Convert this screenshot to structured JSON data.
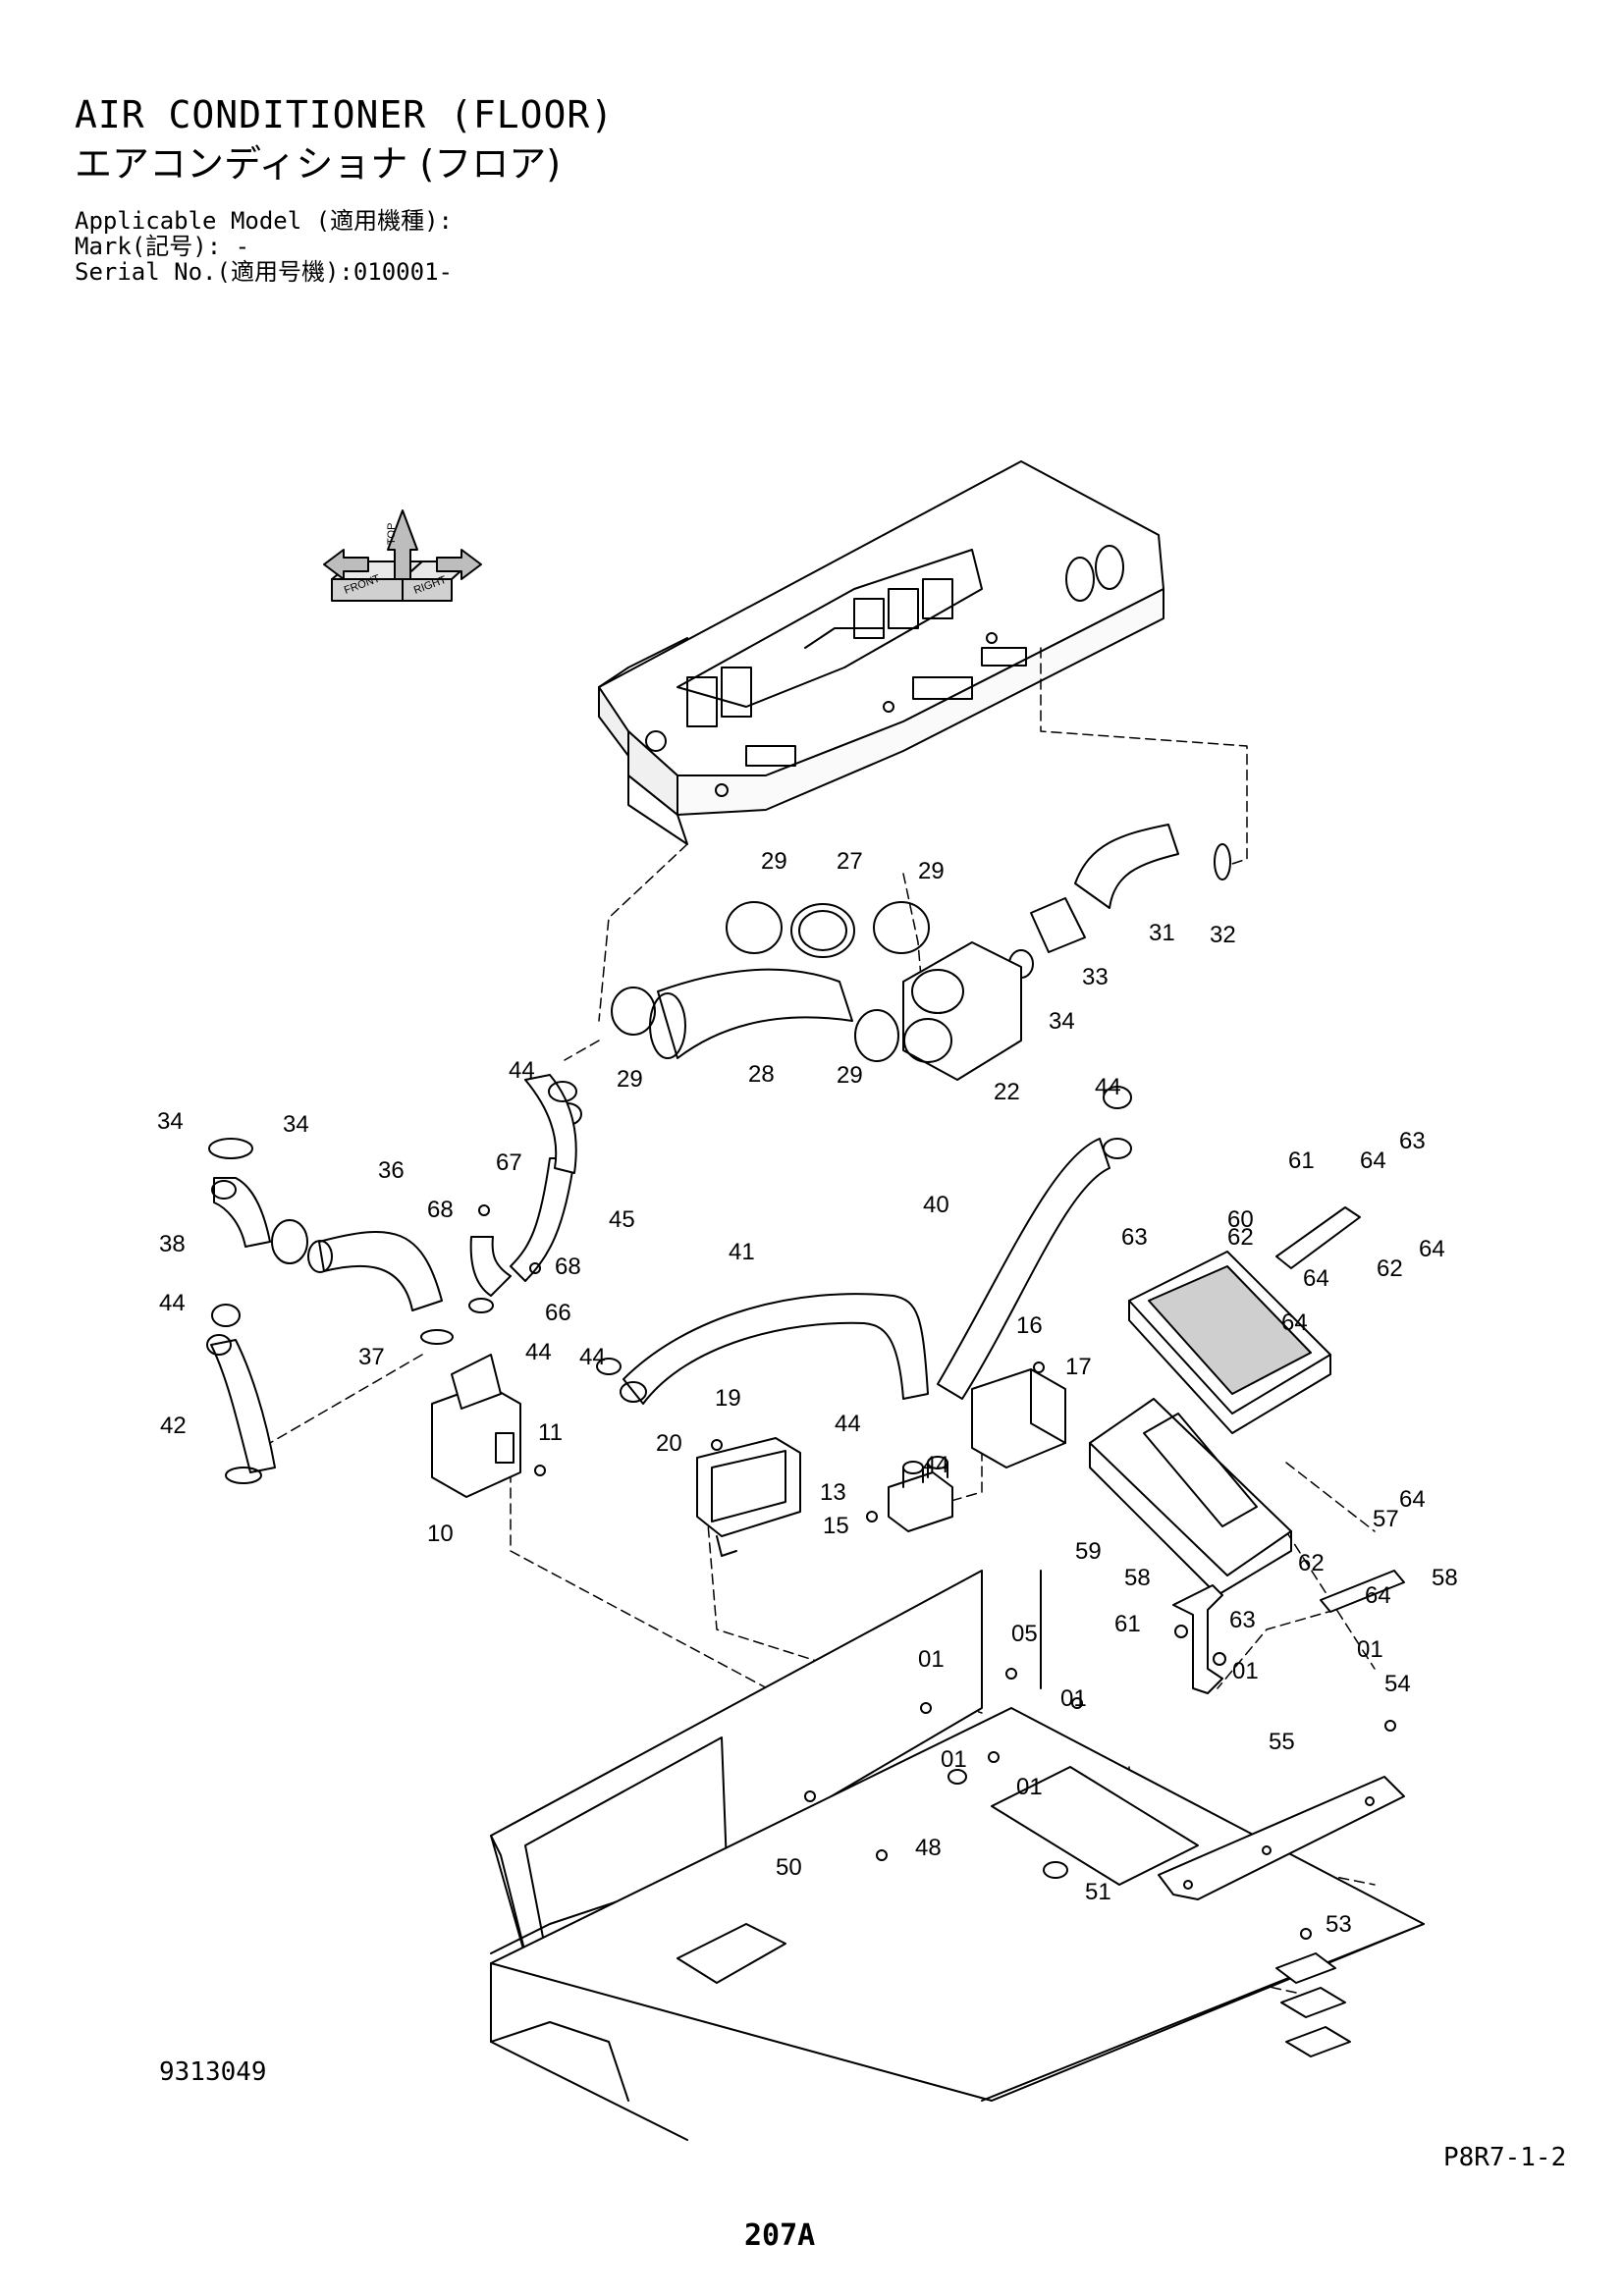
{
  "header": {
    "title_en": "AIR CONDITIONER (FLOOR)",
    "title_ja": "エアコンディショナ (フロア)",
    "applicable_model": "Applicable Model (適用機種):",
    "mark": "Mark(記号): -",
    "serial": "Serial No.(適用号機):010001-"
  },
  "orientation_icon": {
    "labels": [
      "FRONT",
      "TOP",
      "RIGHT"
    ]
  },
  "part_callouts": [
    "29",
    "27",
    "29",
    "31",
    "32",
    "33",
    "34",
    "28",
    "29",
    "22",
    "44",
    "29",
    "44",
    "34",
    "34",
    "36",
    "67",
    "68",
    "45",
    "38",
    "68",
    "66",
    "44",
    "42",
    "37",
    "44",
    "40",
    "41",
    "16",
    "17",
    "19",
    "20",
    "44",
    "44",
    "13",
    "15",
    "11",
    "10",
    "44",
    "63",
    "64",
    "61",
    "62",
    "64",
    "60",
    "64",
    "62",
    "63",
    "64",
    "59",
    "63",
    "64",
    "62",
    "64",
    "57",
    "58",
    "58",
    "61",
    "01",
    "01",
    "01",
    "05",
    "01",
    "01",
    "01",
    "48",
    "50",
    "51",
    "55",
    "54",
    "53"
  ],
  "footer": {
    "drawing_number": "9313049",
    "page_code": "P8R7-1-2",
    "page_number": "207A"
  }
}
